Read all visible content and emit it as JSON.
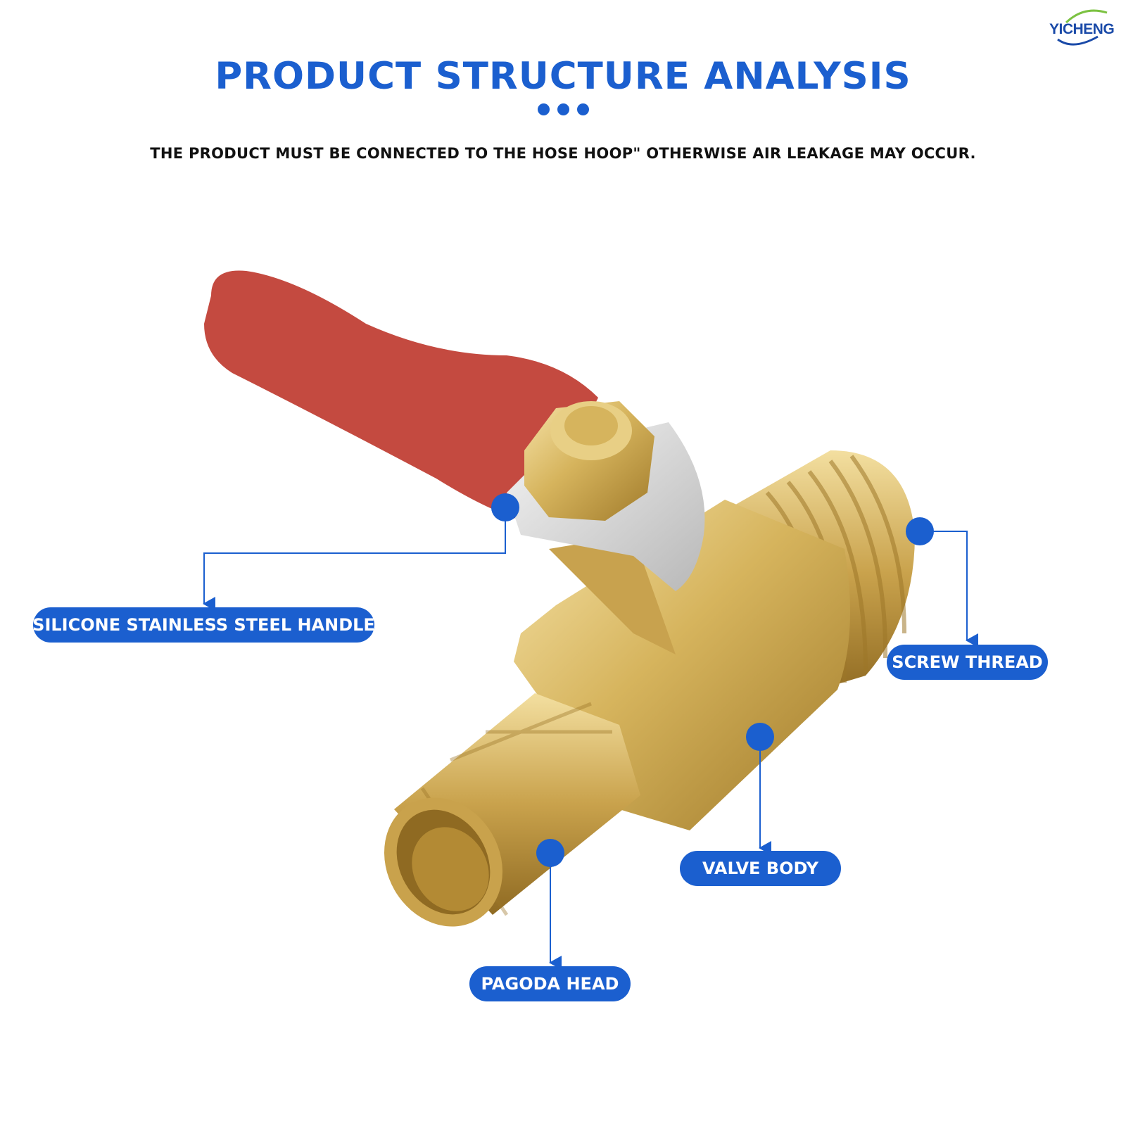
{
  "brand": {
    "logo_text": "YICHENG",
    "colors": {
      "primary": "#1b5fcf",
      "logo_blue": "#1a4aa8",
      "logo_green": "#7cc242",
      "handle_red": "#c44a40",
      "brass": "#d9b865"
    }
  },
  "header": {
    "title": "PRODUCT STRUCTURE ANALYSIS",
    "subtitle": "THE PRODUCT MUST BE CONNECTED TO THE HOSE HOOP\" OTHERWISE AIR LEAKAGE MAY OCCUR."
  },
  "callouts": [
    {
      "label": "SILICONE STAINLESS STEEL HANDLE"
    },
    {
      "label": "SCREW THREAD"
    },
    {
      "label": "VALVE BODY"
    },
    {
      "label": "PAGODA HEAD"
    }
  ]
}
